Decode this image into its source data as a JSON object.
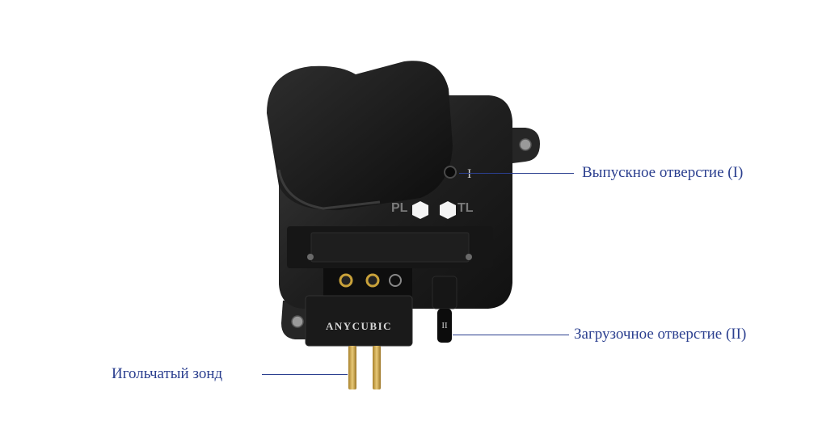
{
  "device": {
    "brand_text": "ANYCUBIC",
    "port_label_pl": "PL",
    "port_label_tl": "TL",
    "port_mark_outlet": "I",
    "port_mark_inlet": "II"
  },
  "callouts": {
    "outlet": "Выпускное отверстие (I)",
    "inlet": "Загрузочное отверстие (II)",
    "probe": "Игольчатый зонд"
  },
  "colors": {
    "label": "#2b3f8f",
    "body": "#1c1c1c",
    "pins": "#c9a23a"
  }
}
